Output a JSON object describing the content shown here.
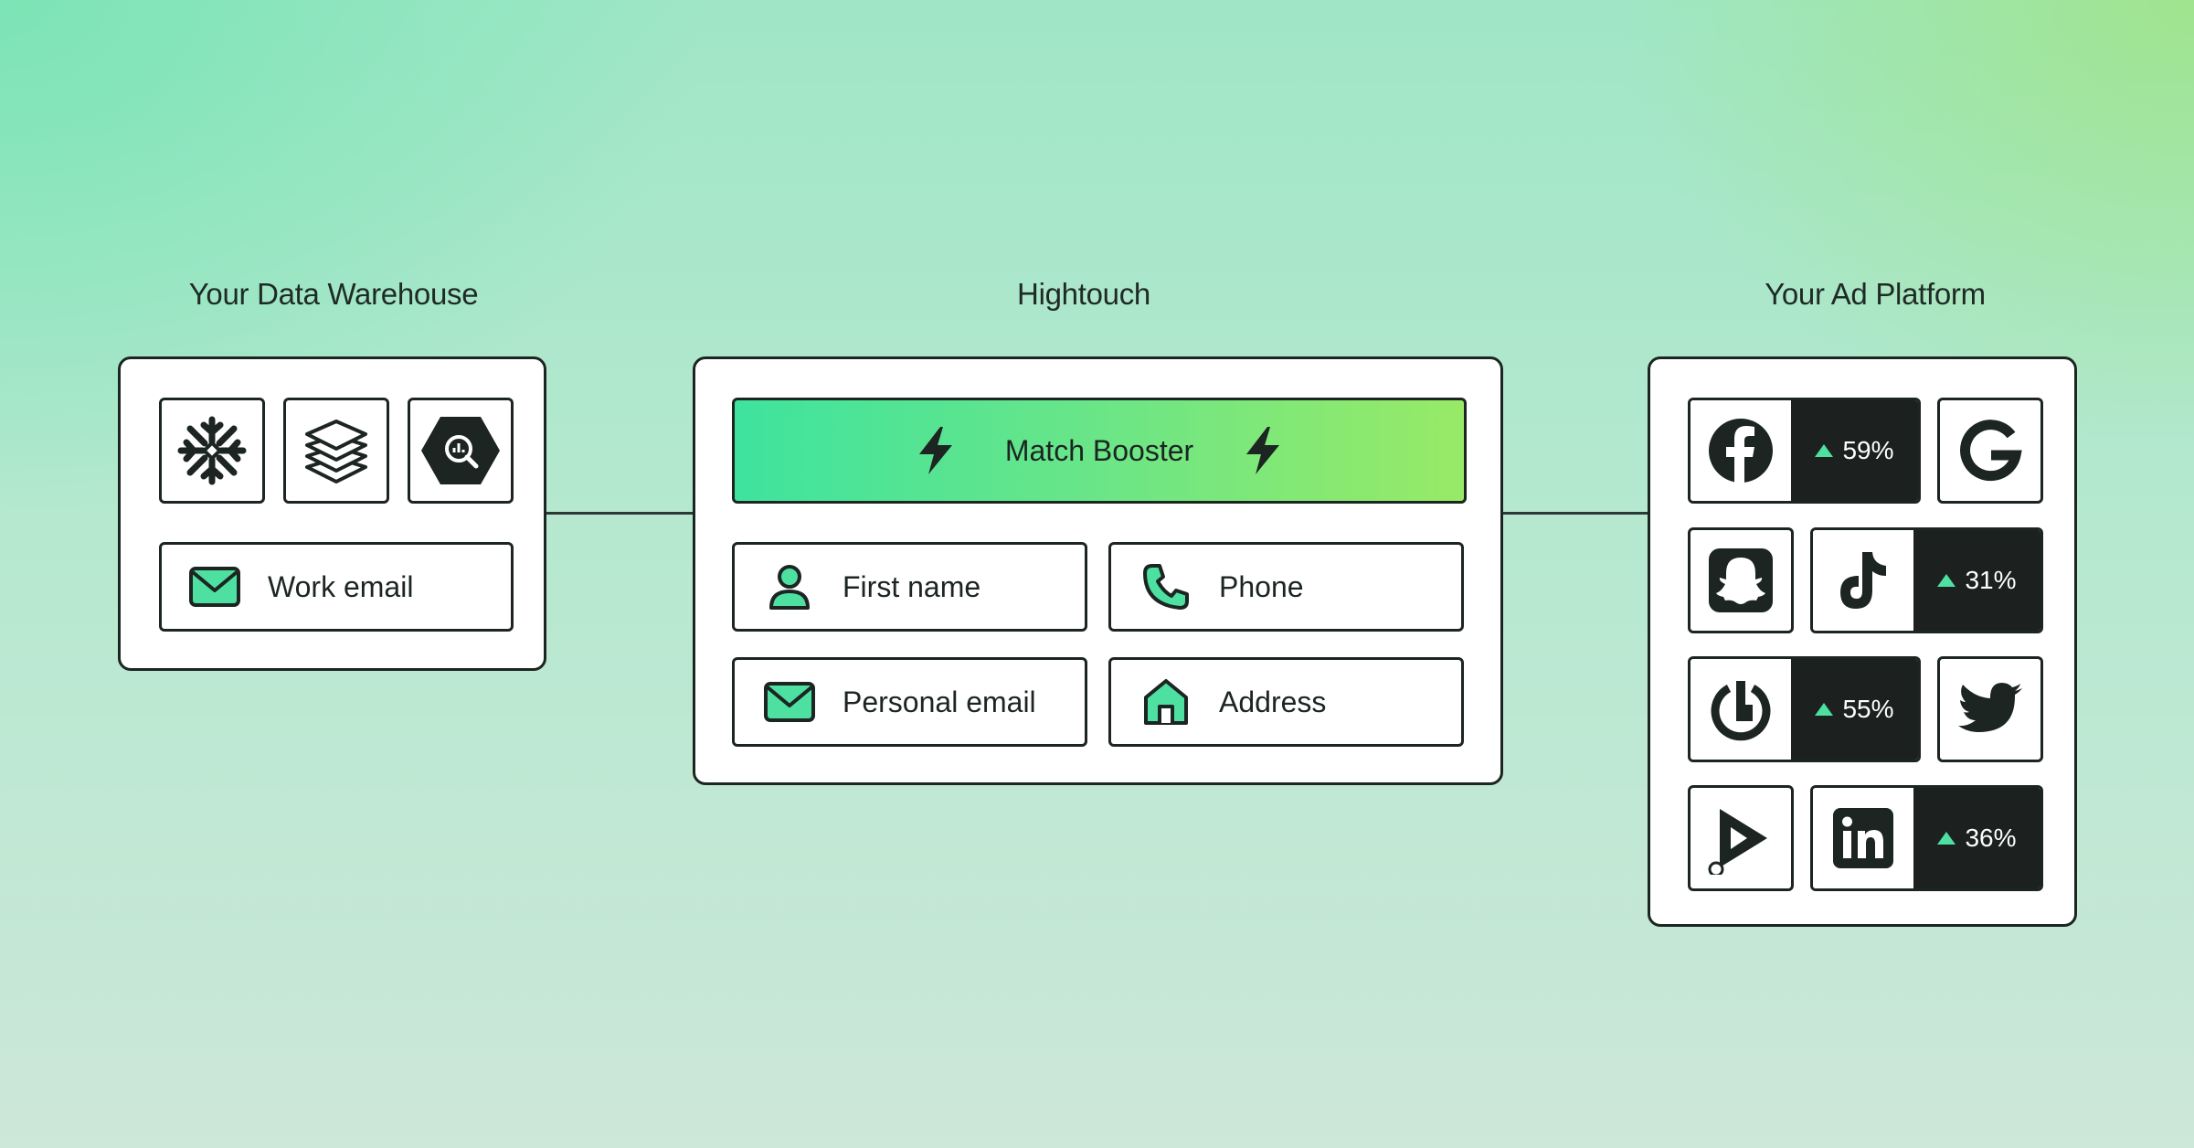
{
  "columns": {
    "warehouse": {
      "title": "Your Data Warehouse",
      "sources": [
        "snowflake-icon",
        "databricks-icon",
        "bigquery-icon"
      ],
      "field": {
        "label": "Work email",
        "icon": "mail-icon"
      }
    },
    "hightouch": {
      "title": "Hightouch",
      "booster_label": "Match Booster",
      "fields": [
        {
          "label": "First name",
          "icon": "person-icon"
        },
        {
          "label": "Phone",
          "icon": "phone-icon"
        },
        {
          "label": "Personal email",
          "icon": "mail-icon"
        },
        {
          "label": "Address",
          "icon": "home-icon"
        }
      ]
    },
    "ad_platform": {
      "title": "Your Ad Platform",
      "platforms": [
        {
          "icon": "facebook-icon",
          "stat": "59%"
        },
        {
          "icon": "google-icon"
        },
        {
          "icon": "snapchat-icon"
        },
        {
          "icon": "tiktok-icon",
          "stat": "31%"
        },
        {
          "icon": "power-icon",
          "stat": "55%"
        },
        {
          "icon": "twitter-icon"
        },
        {
          "icon": "play-icon"
        },
        {
          "icon": "linkedin-icon",
          "stat": "36%"
        }
      ]
    }
  },
  "colors": {
    "accent_green": "#4ee0a0",
    "ink": "#1c2522",
    "stat_bg": "#1c2120"
  }
}
